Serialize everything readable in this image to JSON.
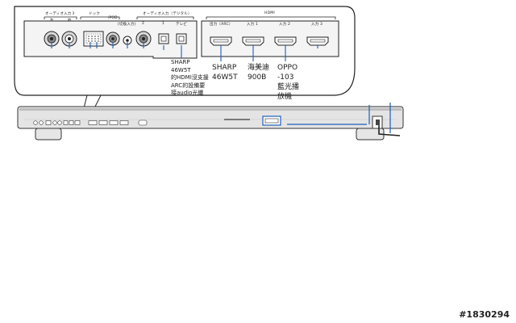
{
  "panel_labels": {
    "audio_in_3": "オーディオ入力３",
    "audio_in_3_l": "左",
    "audio_in_3_r": "右",
    "dock": "ドック",
    "dock_ipod": "iPOD",
    "dock_mode": "(切換入力)",
    "audio_in_digital": "オーディオ入力（デジタル）",
    "digital_2": "2",
    "digital_1": "1",
    "digital_tv": "テレビ",
    "hdmi": "HDMI",
    "hdmi_out_arc": "出力（ARC）",
    "hdmi_in_1": "入力 1",
    "hdmi_in_2": "入力 2",
    "hdmi_in_3": "入力 3"
  },
  "annotations": {
    "optical": [
      "SHARP",
      "46W5T",
      "的HDMI沒支援",
      "ARC的設備要",
      "接audio光纖"
    ],
    "arc_out": [
      "SHARP",
      "46W5T"
    ],
    "hdmi_1": [
      "海美迪",
      "900B"
    ],
    "hdmi_2": [
      "OPPO",
      "-103",
      "藍光播",
      "放機"
    ]
  },
  "watermark": "#1830294",
  "colors": {
    "accent": "#1e5fb8",
    "outline": "#222222",
    "bar_fill": "#e4e4e4"
  }
}
